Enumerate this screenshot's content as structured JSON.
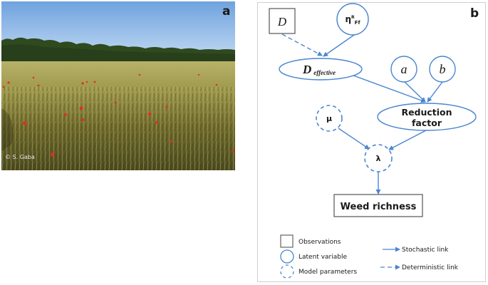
{
  "panel_a": {
    "label": "a",
    "photo_description": "Wheat field with red poppies, tree line and blue sky",
    "credit": "© S. Gaba"
  },
  "panel_b": {
    "label": "b",
    "nodes": {
      "D": {
        "label": "D",
        "type": "observation"
      },
      "eta": {
        "label_main": "η",
        "label_sup": "R",
        "label_sub": "Ff",
        "type": "latent"
      },
      "d_effective": {
        "label_main": "D",
        "label_sub": "effective",
        "type": "latent"
      },
      "a": {
        "label": "a",
        "type": "latent"
      },
      "b": {
        "label": "b",
        "type": "latent"
      },
      "reduction_factor": {
        "line1": "Reduction",
        "line2": "factor",
        "type": "latent"
      },
      "mu": {
        "label": "μ",
        "type": "parameter"
      },
      "lambda": {
        "label": "λ",
        "type": "parameter"
      },
      "weed_richness": {
        "label": "Weed richness",
        "type": "observation"
      }
    },
    "edges": [
      {
        "from": "D",
        "to": "d_effective",
        "kind": "deterministic"
      },
      {
        "from": "eta",
        "to": "d_effective",
        "kind": "stochastic"
      },
      {
        "from": "d_effective",
        "to": "reduction_factor",
        "kind": "stochastic"
      },
      {
        "from": "a",
        "to": "reduction_factor",
        "kind": "stochastic"
      },
      {
        "from": "b",
        "to": "reduction_factor",
        "kind": "stochastic"
      },
      {
        "from": "mu",
        "to": "lambda",
        "kind": "stochastic"
      },
      {
        "from": "reduction_factor",
        "to": "lambda",
        "kind": "stochastic"
      },
      {
        "from": "lambda",
        "to": "weed_richness",
        "kind": "stochastic"
      }
    ],
    "legend": {
      "observations": "Observations",
      "latent_variable": "Latent variable",
      "model_parameters": "Model parameters",
      "stochastic_link": "Stochastic link",
      "deterministic_link": "Deterministic link"
    },
    "colors": {
      "node_stroke": "#4a86d0",
      "box_stroke": "#555555",
      "text": "#1a1a1a"
    }
  }
}
